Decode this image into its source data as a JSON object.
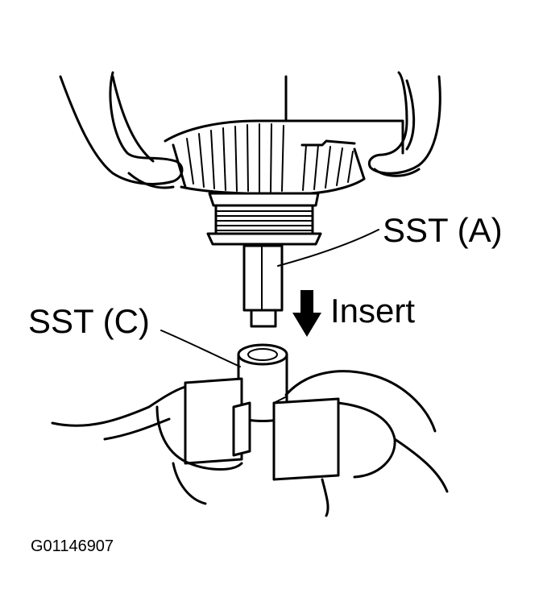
{
  "labels": {
    "sst_a": "SST (A)",
    "sst_c": "SST (C)",
    "insert": "Insert",
    "figure_code": "G01146907"
  },
  "icons": {
    "insert_arrow": "arrow-down-icon"
  },
  "colors": {
    "ink": "#000000",
    "paper": "#ffffff"
  }
}
